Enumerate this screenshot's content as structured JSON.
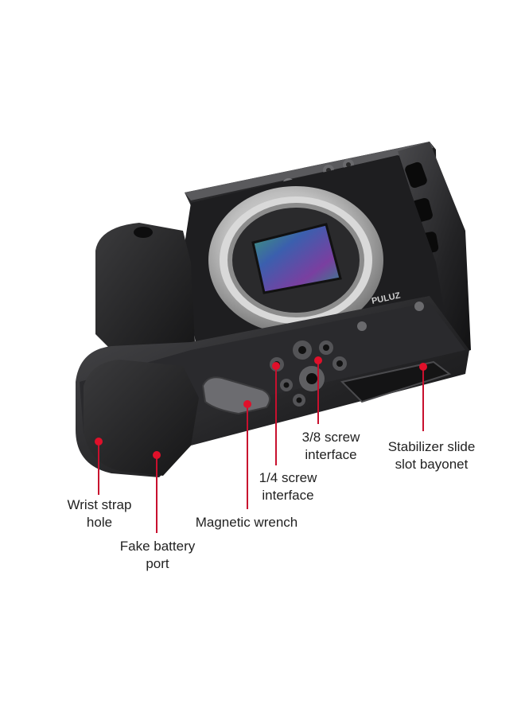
{
  "image": {
    "subject": "black metal camera cage with leather hand grip on a mirrorless camera body",
    "background": "#ffffff",
    "accent_color": "#c8102e",
    "brand_mark": "PULUZ"
  },
  "callouts": {
    "wrist_strap": {
      "line1": "Wrist strap",
      "line2": "hole"
    },
    "fake_battery": {
      "line1": "Fake battery",
      "line2": "port"
    },
    "magnetic_wrench": {
      "line1": "Magnetic wrench"
    },
    "quarter_screw": {
      "line1": "1/4 screw",
      "line2": "interface"
    },
    "three_eighth_screw": {
      "line1": "3/8 screw",
      "line2": "interface"
    },
    "stabilizer": {
      "line1": "Stabilizer slide",
      "line2": "slot bayonet"
    }
  }
}
